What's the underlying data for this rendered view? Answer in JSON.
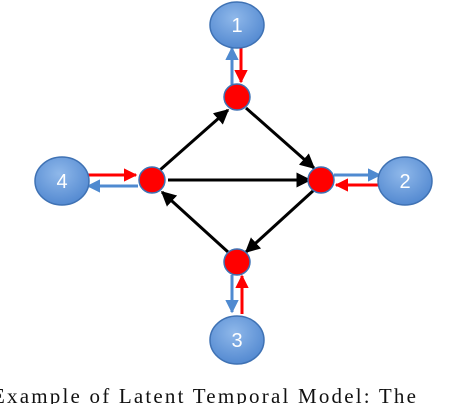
{
  "nodes": {
    "n1": {
      "label": "1"
    },
    "n2": {
      "label": "2"
    },
    "n3": {
      "label": "3"
    },
    "n4": {
      "label": "4"
    }
  },
  "caption": "Example of Latent Temporal Model: The",
  "colors": {
    "node_fill": "#5b93d8",
    "node_stroke": "#3f72b4",
    "latent_fill": "#ff0000",
    "latent_stroke": "#3f72b4",
    "black_edge": "#000000",
    "red_edge": "#ff0000",
    "blue_edge": "#4f8ad0"
  }
}
